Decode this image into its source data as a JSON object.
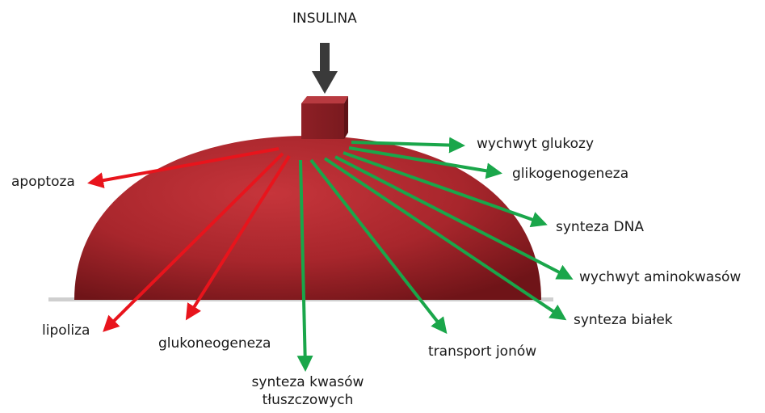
{
  "title": "INSULINA",
  "labels": {
    "apoptosis": "apoptoza",
    "lipolysis": "lipoliza",
    "gluconeogenesis": "glukoneogeneza",
    "fatty_acid_synthesis_line1": "synteza kwasów",
    "fatty_acid_synthesis_line2": "tłuszczowych",
    "ion_transport": "transport jonów",
    "protein_synthesis": "synteza białek",
    "amino_acid_uptake": "wychwyt aminokwasów",
    "dna_synthesis": "synteza DNA",
    "glycogenesis": "glikogenogeneza",
    "glucose_uptake": "wychwyt glukozy"
  },
  "colors": {
    "inhibited": "#e8141c",
    "stimulated": "#1aa64a",
    "cell": "#a8262c",
    "receptor": "#8b1e23",
    "insulin_arrow": "#3a3a3a"
  }
}
